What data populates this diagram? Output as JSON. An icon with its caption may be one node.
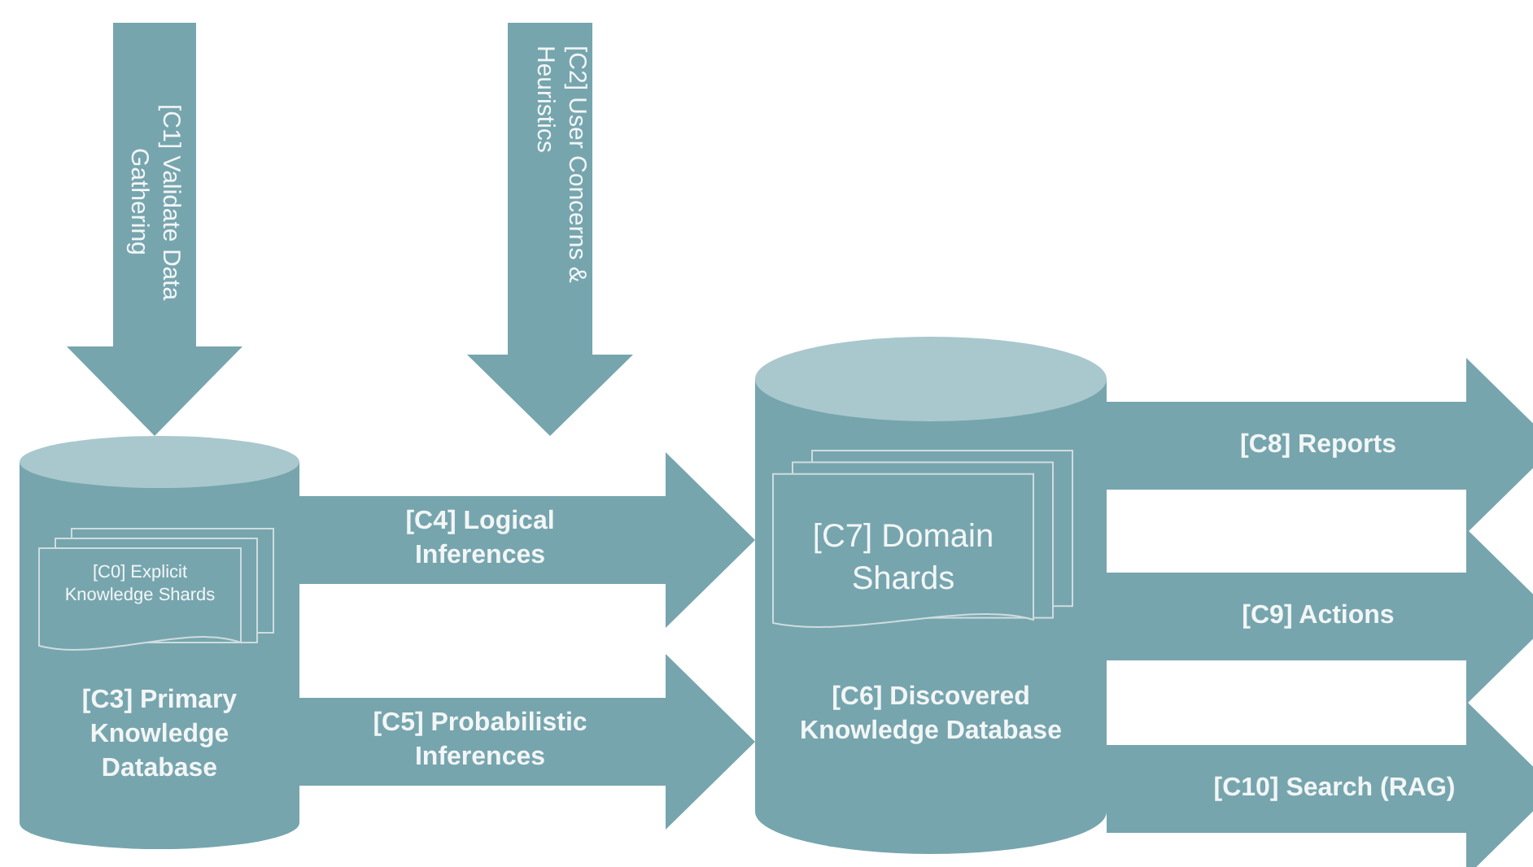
{
  "diagram": {
    "nodes": [
      {
        "text": [
          "[C2] User Concerns & Heuristics"
        ]
      },
      {
        "text": [
          "[C3] Primary Knowledge Database"
        ]
      },
      {
        "text": [
          "[C0] Explicit Knowledge Shards"
        ],
        "in": 1
      },
      {
        "text": [
          "[C6] Discovered Knowledge Database"
        ]
      },
      {
        "text": [
          "[C7] Domain Shards"
        ],
        "in": 3
      }
    ],
    "edges": [
      {
        "from": null,
        "to": 1,
        "arrow": "to",
        "label": "[C1] Validate Data Gathering"
      },
      {
        "from": 1,
        "to": 3,
        "arrow": "to",
        "label": "[C4] Logical Inferences"
      },
      {
        "from": 1,
        "to": 3,
        "arrow": "to",
        "label": "[C5] Probabilistic Inferences"
      },
      {
        "from": 3,
        "to": null,
        "arrow": "to",
        "label": "[C8] Reports"
      },
      {
        "from": 3,
        "to": null,
        "arrow": "to",
        "label": "[C9] Actions"
      },
      {
        "from": 3,
        "to": null,
        "arrow": "to",
        "label": "[C10] Search (RAG)"
      }
    ]
  }
}
